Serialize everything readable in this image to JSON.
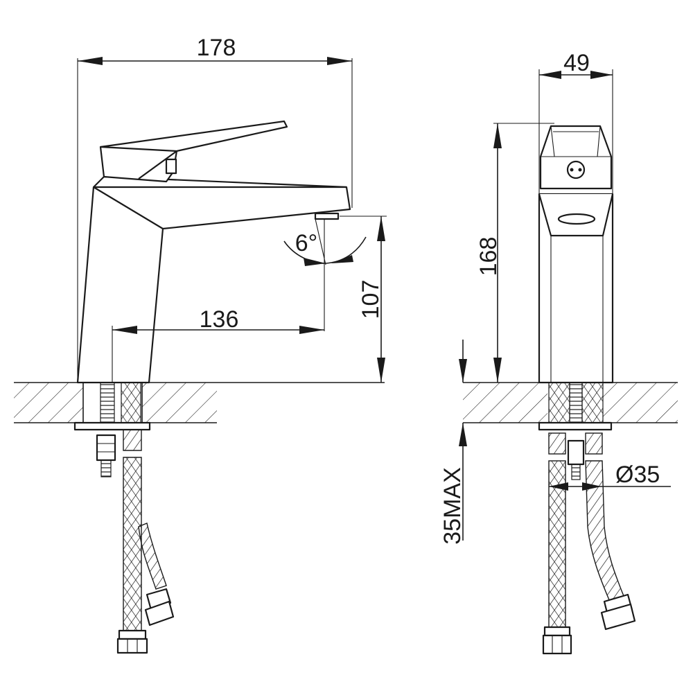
{
  "drawing": {
    "front_view": {
      "overall_width": "178",
      "spout_reach": "136",
      "spout_height": "107",
      "spout_angle": "6°"
    },
    "side_view": {
      "width": "49",
      "height": "168",
      "deck_thickness_max": "35MAX",
      "hole_diameter": "Ø35"
    },
    "colors": {
      "line": "#1a1a1a",
      "background": "#ffffff"
    }
  }
}
